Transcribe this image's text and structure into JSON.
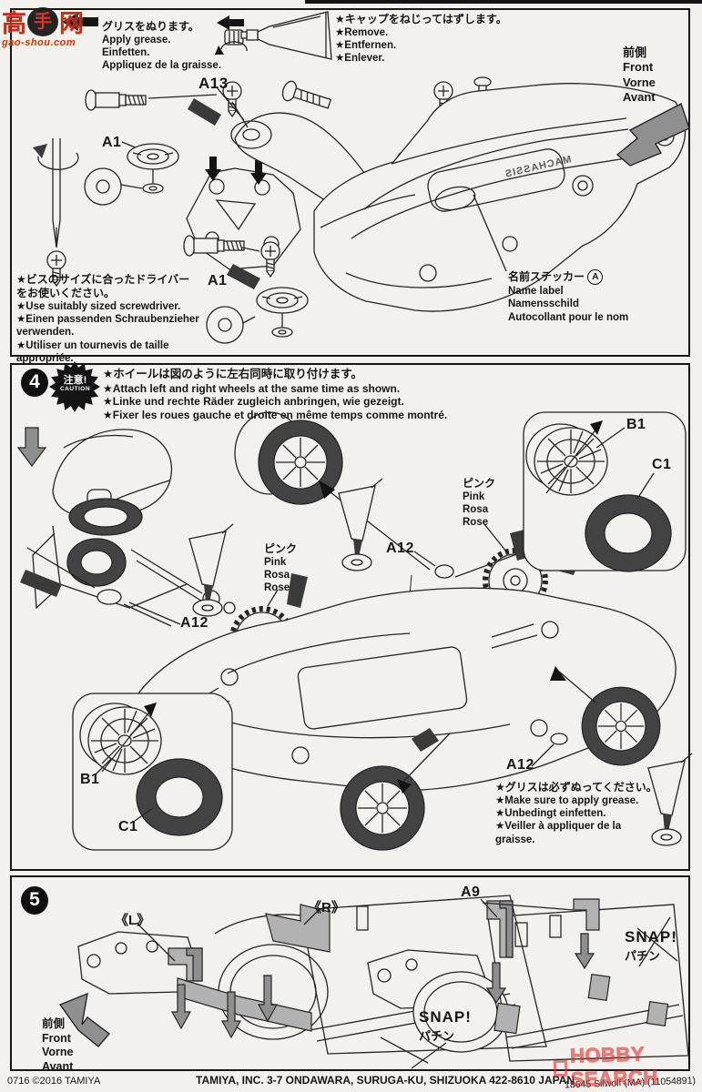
{
  "doc": {
    "footer_left": "0716 ©2016 TAMIYA",
    "footer_center": "TAMIYA, INC.  3-7 ONDAWARA, SURUGA-KU, SHIZUOKA 422-8610 JAPAN",
    "footer_right": "18645  Silwolf (MA) (11054891)"
  },
  "watermarks": {
    "top_left_han1": "高",
    "top_left_han2": "手",
    "top_left_han3": "网",
    "top_left_url": "gao-shou.com",
    "bottom_right": "HOBBY SEARCH"
  },
  "top_panel": {
    "grease_note": [
      "グリスをぬります。",
      "Apply grease.",
      "Einfetten.",
      "Appliquez de la graisse."
    ],
    "cap_note": [
      "★キャップをねじってはずします。",
      "★Remove.",
      "★Entfernen.",
      "★Enlever."
    ],
    "front_note": [
      "前側",
      "Front",
      "Vorne",
      "Avant"
    ],
    "screwdriver_note": [
      "★ビスのサイズに合ったドライバー",
      "をお使いください。",
      "★Use suitably sized screwdriver.",
      "★Einen passenden Schraubenzieher",
      "verwenden.",
      "★Utiliser un tournevis de taille",
      "appropriée."
    ],
    "name_label_ja": "名前ステッカー",
    "name_label_badge": "A",
    "name_label_lines": [
      "Name label",
      "Namensschild",
      "Autocollant pour le nom"
    ],
    "part_a13": "A13",
    "part_a1": "A1",
    "molded_text": "MACHASSIS"
  },
  "step4": {
    "number": "4",
    "caution_ja": "注意!",
    "caution_en": "CAUTION",
    "instructions": [
      "★ホイールは図のように左右同時に取り付けます。",
      "★Attach left and right wheels at the same time as shown.",
      "★Linke und rechte Räder zugleich anbringen, wie gezeigt.",
      "★Fixer les roues gauche et droite en même temps comme montré."
    ],
    "pink_note": [
      "ピンク",
      "Pink",
      "Rosa",
      "Rose"
    ],
    "part_b1": "B1",
    "part_c1": "C1",
    "part_a12": "A12",
    "grease_note": [
      "★グリスは必ずぬってください。",
      "★Make sure to apply grease.",
      "★Unbedingt einfetten.",
      "★Veiller à appliquer de la",
      "graisse."
    ]
  },
  "step5": {
    "number": "5",
    "label_left": "《L》",
    "label_right": "《R》",
    "part_a9": "A9",
    "snap_en": "SNAP!",
    "snap_ja": "パチン",
    "front_note": [
      "前側",
      "Front",
      "Vorne",
      "Avant"
    ]
  }
}
